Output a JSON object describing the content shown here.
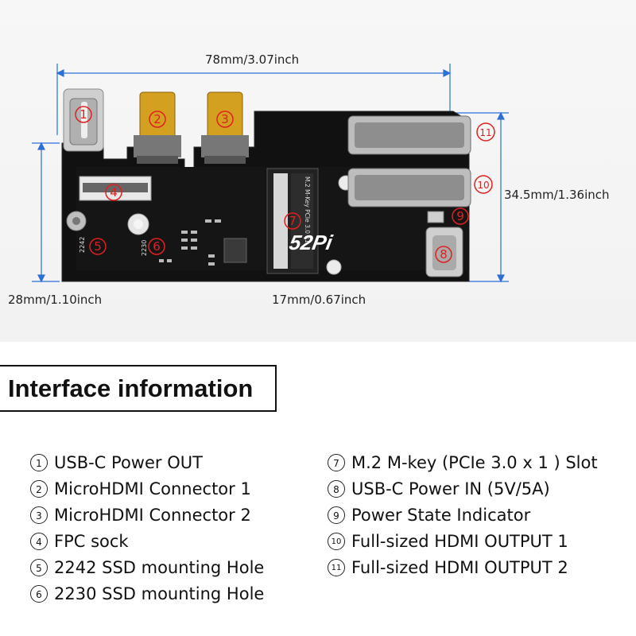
{
  "dimensions": {
    "width": "78mm/3.07inch",
    "height": "34.5mm/1.36inch",
    "left_height": "28mm/1.10inch",
    "gap": "17mm/0.67inch"
  },
  "board": {
    "logo": "52Pi",
    "slot_label": "M.2 M-Key PCIe 3.0 x1",
    "hole_label_2242": "2242",
    "hole_label_2230": "2230",
    "markers": [
      "1",
      "2",
      "3",
      "4",
      "5",
      "6",
      "7",
      "8",
      "9",
      "10",
      "11"
    ],
    "colors": {
      "pcb": "#111111",
      "marker": "#e02020",
      "gold": "#d4a020"
    }
  },
  "section_title": "Interface information",
  "interfaces_left": [
    {
      "num": "1",
      "label": "USB-C Power OUT"
    },
    {
      "num": "2",
      "label": "MicroHDMI Connector 1"
    },
    {
      "num": "3",
      "label": "MicroHDMI Connector 2"
    },
    {
      "num": "4",
      "label": "FPC sock"
    },
    {
      "num": "5",
      "label": "2242 SSD mounting Hole"
    },
    {
      "num": "6",
      "label": "2230 SSD mounting Hole"
    }
  ],
  "interfaces_right": [
    {
      "num": "7",
      "label": "M.2 M-key (PCIe 3.0 x 1 ) Slot"
    },
    {
      "num": "8",
      "label": "USB-C Power IN (5V/5A)"
    },
    {
      "num": "9",
      "label": "Power State Indicator"
    },
    {
      "num": "10",
      "label": "Full-sized HDMI OUTPUT  1"
    },
    {
      "num": "11",
      "label": " Full-sized HDMI OUTPUT  2"
    }
  ]
}
